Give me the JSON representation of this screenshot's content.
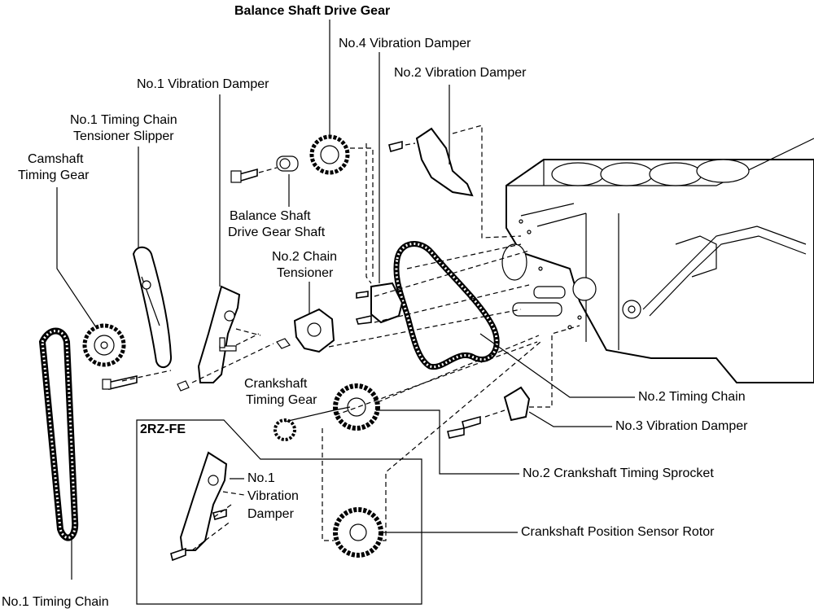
{
  "labels": {
    "balance_shaft_drive_gear": "Balance Shaft Drive Gear",
    "no4_vibration_damper": "No.4 Vibration Damper",
    "no2_vibration_damper": "No.2 Vibration Damper",
    "no1_vibration_damper": "No.1 Vibration Damper",
    "no1_tensioner_slipper_line1": "No.1 Timing Chain",
    "no1_tensioner_slipper_line2": "Tensioner Slipper",
    "camshaft_timing_gear_line1": "Camshaft",
    "camshaft_timing_gear_line2": "Timing Gear",
    "balance_shaft_drive_gear_shaft_line1": "Balance Shaft",
    "balance_shaft_drive_gear_shaft_line2": "Drive Gear Shaft",
    "no2_chain_tensioner_line1": "No.2 Chain",
    "no2_chain_tensioner_line2": "Tensioner",
    "crankshaft_timing_gear_line1": "Crankshaft",
    "crankshaft_timing_gear_line2": "Timing Gear",
    "no2_timing_chain": "No.2 Timing Chain",
    "no3_vibration_damper": "No.3 Vibration Damper",
    "no2_crankshaft_timing_sprocket": "No.2 Crankshaft Timing Sprocket",
    "crankshaft_position_sensor_rotor": "Crankshaft Position Sensor Rotor",
    "inset_title": "2RZ-FE",
    "inset_no1_line1": "No.1",
    "inset_no1_line2": "Vibration",
    "inset_no1_line3": "Damper",
    "no1_timing_chain": "No.1 Timing Chain"
  }
}
